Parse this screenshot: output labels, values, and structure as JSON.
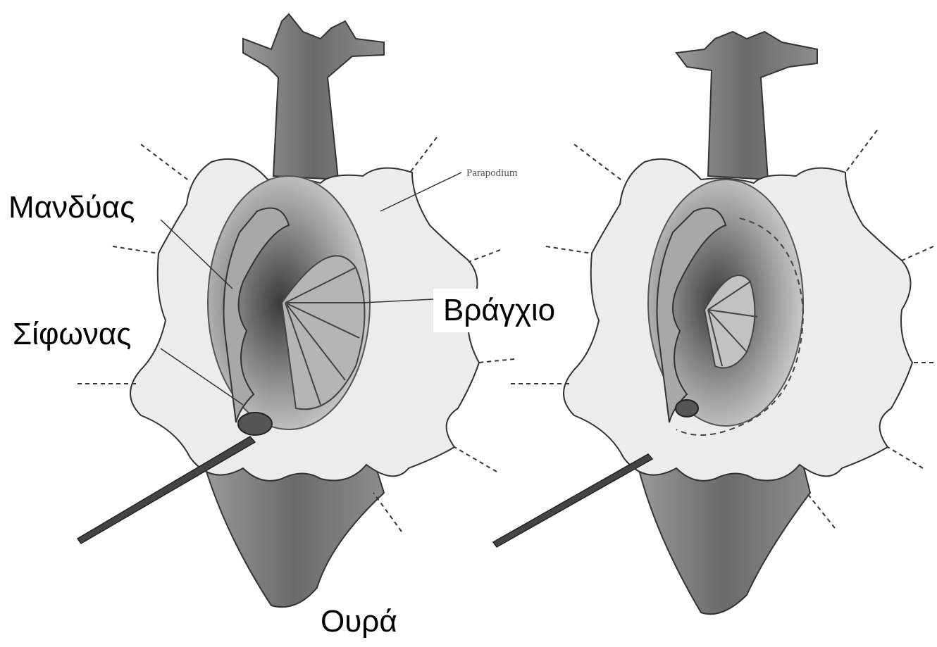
{
  "labels": {
    "mantle": "Μανδύας",
    "siphon": "Σίφωνας",
    "gill": "Βράγχιο",
    "tail": "Ουρά",
    "parapodium": "Parapodium"
  },
  "colors": {
    "parapodium_fill": "#e8e8e8",
    "body_dark": "#6e6e6e",
    "body_mid": "#8a8a8a",
    "outline": "#333333",
    "background": "#ffffff"
  }
}
